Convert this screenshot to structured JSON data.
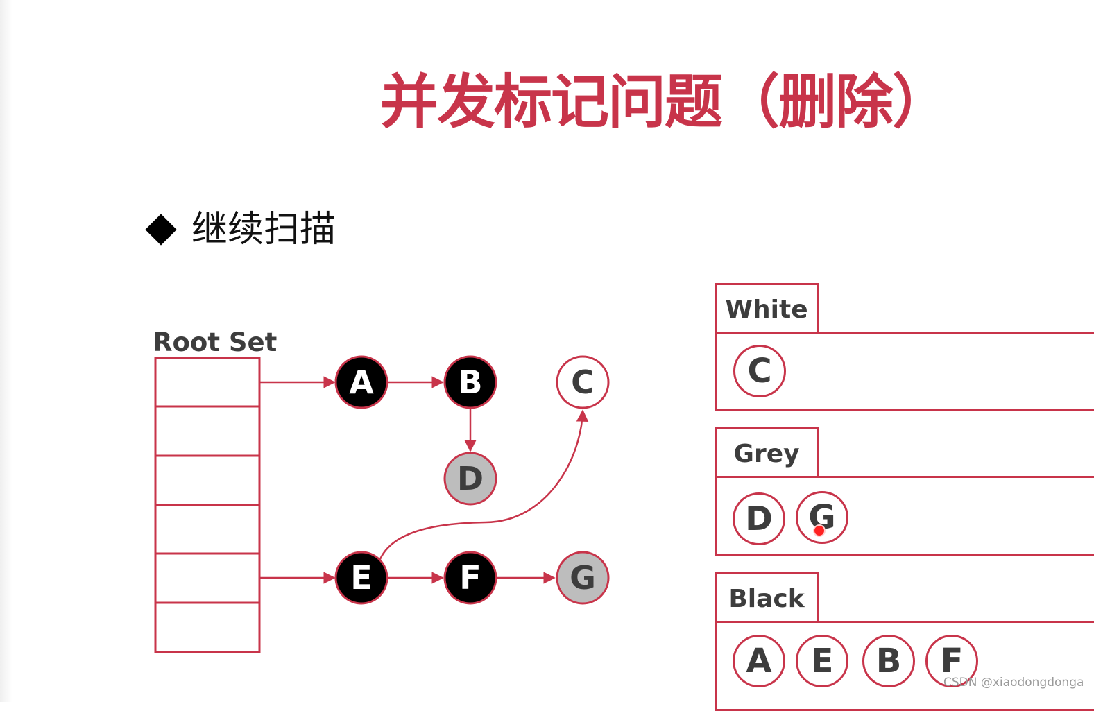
{
  "title": "并发标记问题（删除）",
  "bullet": "继续扫描",
  "root_set_label": "Root Set",
  "colors": {
    "accent": "#c8344a",
    "black_node": "#000000",
    "grey_node": "#bdbdbd",
    "white_node": "#ffffff",
    "label_text": "#3d3d3d"
  },
  "nodes": {
    "A": {
      "label": "A",
      "state": "black"
    },
    "B": {
      "label": "B",
      "state": "black"
    },
    "C": {
      "label": "C",
      "state": "white"
    },
    "D": {
      "label": "D",
      "state": "grey"
    },
    "E": {
      "label": "E",
      "state": "black"
    },
    "F": {
      "label": "F",
      "state": "black"
    },
    "G": {
      "label": "G",
      "state": "grey"
    }
  },
  "edges": [
    {
      "from": "root-1",
      "to": "A"
    },
    {
      "from": "A",
      "to": "B"
    },
    {
      "from": "B",
      "to": "D"
    },
    {
      "from": "root-5",
      "to": "E"
    },
    {
      "from": "E",
      "to": "F"
    },
    {
      "from": "F",
      "to": "G"
    },
    {
      "from": "E",
      "to": "C"
    }
  ],
  "panels": {
    "white": {
      "label": "White",
      "items": [
        "C"
      ]
    },
    "grey": {
      "label": "Grey",
      "items": [
        "D",
        "G"
      ]
    },
    "black": {
      "label": "Black",
      "items": [
        "A",
        "E",
        "B",
        "F"
      ]
    }
  },
  "watermark": "CSDN @xiaodongdonga"
}
